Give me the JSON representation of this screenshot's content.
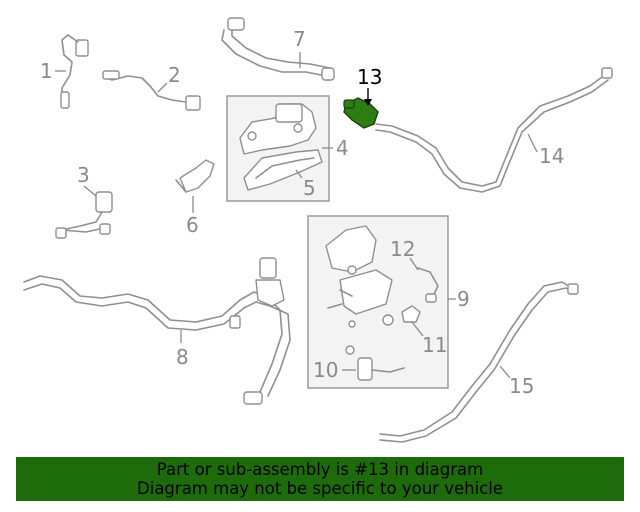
{
  "callouts": {
    "n1": "1",
    "n2": "2",
    "n3": "3",
    "n4": "4",
    "n5": "5",
    "n6": "6",
    "n7": "7",
    "n8": "8",
    "n9": "9",
    "n10": "10",
    "n11": "11",
    "n12": "12",
    "n13": "13",
    "n14": "14",
    "n15": "15"
  },
  "highlight": {
    "part_number": "13",
    "color": "#2e7d12"
  },
  "banner": {
    "line1": "Part or sub-assembly is #13 in diagram",
    "line2": "Diagram may not be specific to your vehicle",
    "background": "#1e6b0c"
  }
}
